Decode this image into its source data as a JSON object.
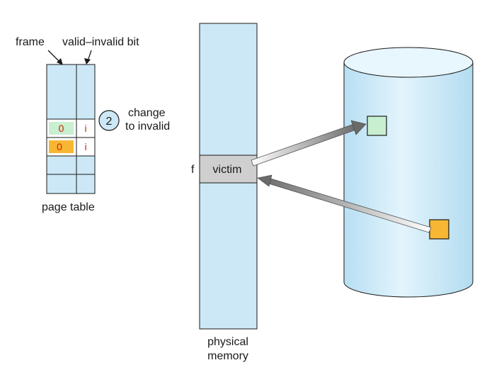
{
  "page_table": {
    "frame_label": "frame",
    "valid_invalid_label": "valid–invalid bit",
    "caption": "page table",
    "entries": [
      {
        "frame": "0",
        "bit": "i",
        "color": "#c8efd0"
      },
      {
        "frame": "0",
        "bit": "i",
        "color": "#f7b733"
      }
    ]
  },
  "step": {
    "number": "2",
    "text_line1": "change",
    "text_line2": "to invalid"
  },
  "physical_memory": {
    "frame_label": "f",
    "victim_label": "victim",
    "caption_line1": "physical",
    "caption_line2": "memory"
  },
  "colors": {
    "blue_fill": "#cce8f6",
    "victim_fill": "#cfcfcf",
    "green_page": "#c8efd0",
    "orange_page": "#f7b733",
    "entry_text": "#cc2200"
  }
}
